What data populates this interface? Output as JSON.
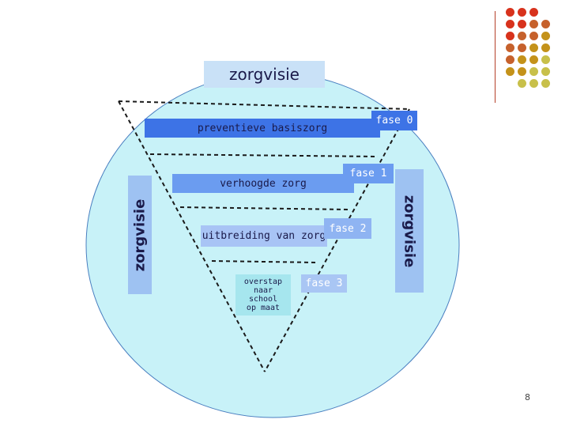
{
  "title": "zorgvisie",
  "bars": [
    {
      "label": "preventieve basiszorg"
    },
    {
      "label": "verhoogde zorg"
    },
    {
      "label": "uitbreiding van zorg"
    }
  ],
  "phases": [
    "fase 0",
    "fase 1",
    "fase 2",
    "fase 3"
  ],
  "step": {
    "lines": [
      "overstap",
      "naar",
      "school",
      "op maat"
    ]
  },
  "side_left": "zorgvisie",
  "side_right": "zorgvisie",
  "page_number": "8",
  "colors": {
    "circle_fill": "#c8f2f8",
    "circle_stroke": "#4a7fc0",
    "dot_palette": [
      "#d8321c",
      "#c6612c",
      "#c4921a",
      "#c8c04a"
    ]
  }
}
